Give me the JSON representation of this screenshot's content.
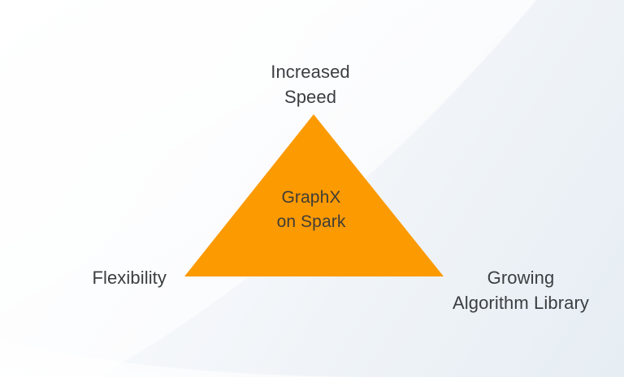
{
  "diagram": {
    "type": "triangle-concept-diagram",
    "shape_name": "triangle",
    "center_label": "GraphX\non Spark",
    "vertices": [
      {
        "position": "top",
        "label": "Increased\nSpeed"
      },
      {
        "position": "bottom-left",
        "label": "Flexibility"
      },
      {
        "position": "bottom-right",
        "label": "Growing\nAlgorithm Library"
      }
    ],
    "colors": {
      "triangle_fill": "#FC9A02",
      "label_text": "#3B3E41",
      "center_text": "#3F3D37",
      "background_light": "#FBFCFE",
      "background_dark": "#E6EDF3"
    }
  },
  "labels": {
    "top": "Increased\nSpeed",
    "left": "Flexibility",
    "right": "Growing\nAlgorithm Library",
    "center": "GraphX\non Spark"
  }
}
